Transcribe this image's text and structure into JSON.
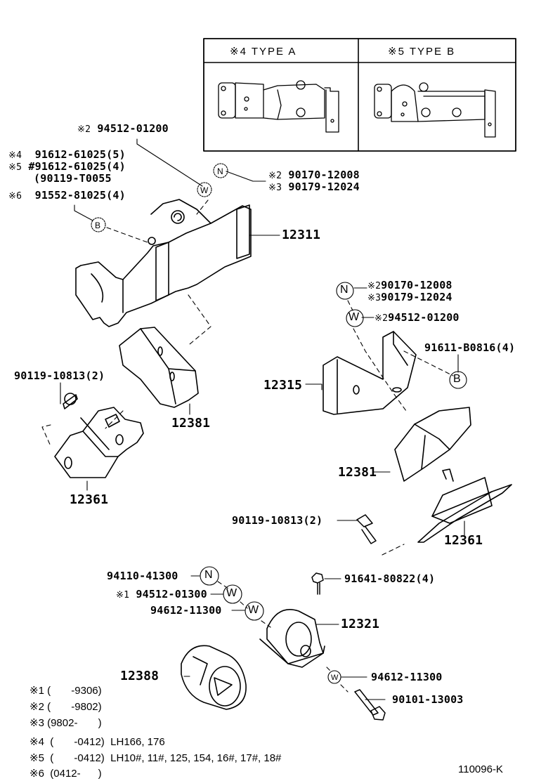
{
  "diagram": {
    "code": "110096-K",
    "inset": {
      "panels": [
        {
          "mark": "※4",
          "title": "TYPE  A"
        },
        {
          "mark": "※5",
          "title": "TYPE  B"
        }
      ]
    },
    "callouts": {
      "top_washer": {
        "mark": "※2",
        "part": "94512-01200"
      },
      "bolt_group": [
        {
          "mark": "※4",
          "part": "91612-61025(5)"
        },
        {
          "mark": "※5",
          "part": "#91612-61025(4)"
        },
        {
          "mark": "",
          "part": "(90119-T0055"
        },
        {
          "mark": "※6",
          "part": "91552-81025(4)"
        }
      ],
      "top_nut": [
        {
          "mark": "※2",
          "part": "90170-12008"
        },
        {
          "mark": "※3",
          "part": "90179-12024"
        }
      ],
      "crossmember": "12311",
      "right_nut": [
        {
          "mark": "※2",
          "part": "90170-12008"
        },
        {
          "mark": "※3",
          "part": "90179-12024"
        }
      ],
      "right_washer": {
        "mark": "※2",
        "part": "94512-01200"
      },
      "right_bolt": "91611-B0816(4)",
      "bracket": "12315",
      "left_bolt": "90119-10813(2)",
      "left_stopper": "12381",
      "left_insulator": "12361",
      "right_stopper": "12381",
      "right_insulator": "12361",
      "right_bolt2": "90119-10813(2)",
      "lower_nut": "94110-41300",
      "lower_washer1": {
        "mark": "※1",
        "part": "94512-01300"
      },
      "lower_washer2": "94612-11300",
      "small_bolt": "91641-80822(4)",
      "rear_mount": "12321",
      "cushion": "12388",
      "bottom_washer": "94612-11300",
      "bottom_bolt": "90101-13003"
    },
    "symbols": {
      "nut": "N",
      "washer": "W",
      "bolt": "B"
    },
    "notes": [
      {
        "mark": "※1",
        "range": "(       -9306)",
        "models": ""
      },
      {
        "mark": "※2",
        "range": "(       -9802)",
        "models": ""
      },
      {
        "mark": "※3",
        "range": "(9802-       )",
        "models": ""
      },
      {
        "mark": "※4",
        "range": "(       -0412)",
        "models": "LH166, 176"
      },
      {
        "mark": "※5",
        "range": "(       -0412)",
        "models": "LH10#, 11#, 125, 154, 16#, 17#, 18#"
      },
      {
        "mark": "※6",
        "range": "(0412-      )",
        "models": ""
      }
    ]
  }
}
